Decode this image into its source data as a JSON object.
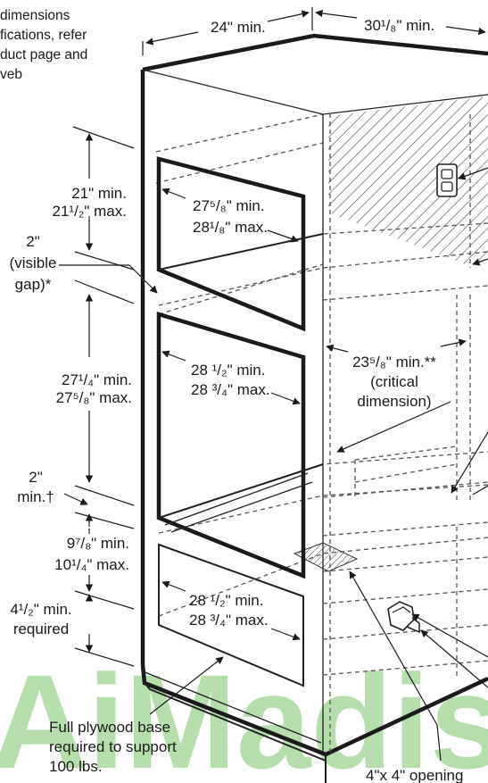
{
  "intro_note": [
    "dimensions",
    "fications, refer",
    "duct page and",
    "veb"
  ],
  "top_dims": {
    "width": "24\" min.",
    "depth": "30¹/₈\" min."
  },
  "upper_oven": {
    "height": [
      "21\" min.",
      "21¹/₂\" max."
    ],
    "width": [
      "27⁵/₈\" min.",
      "28¹/₈\" max."
    ]
  },
  "gap": [
    "2\"",
    "(visible",
    "gap)*"
  ],
  "lower_oven": {
    "height": [
      "27¹/₄\" min.",
      "27⁵/₈\" max."
    ],
    "width": [
      "28 ¹/₂\" min.",
      "28 ³/₄\" max."
    ]
  },
  "critical": [
    "23⁵/₈\" min.**",
    "(critical",
    "dimension)"
  ],
  "bottom_gap": [
    "2\"",
    "min.†"
  ],
  "drawer": {
    "height": [
      "9⁷/₈\" min.",
      "10¹/₄\" max."
    ],
    "width": [
      "28 ¹/₂\" min.",
      "28 ³/₄\" max."
    ]
  },
  "base_height": [
    "4¹/₂\" min.",
    "required"
  ],
  "plywood": [
    "Full plywood base",
    "required to support",
    "100 lbs."
  ],
  "opening": "4\"x 4\" opening",
  "watermark": "AiMadis",
  "colors": {
    "line": "#1a1a1a",
    "watermark": "#7cc36a",
    "hatch": "#444444"
  }
}
